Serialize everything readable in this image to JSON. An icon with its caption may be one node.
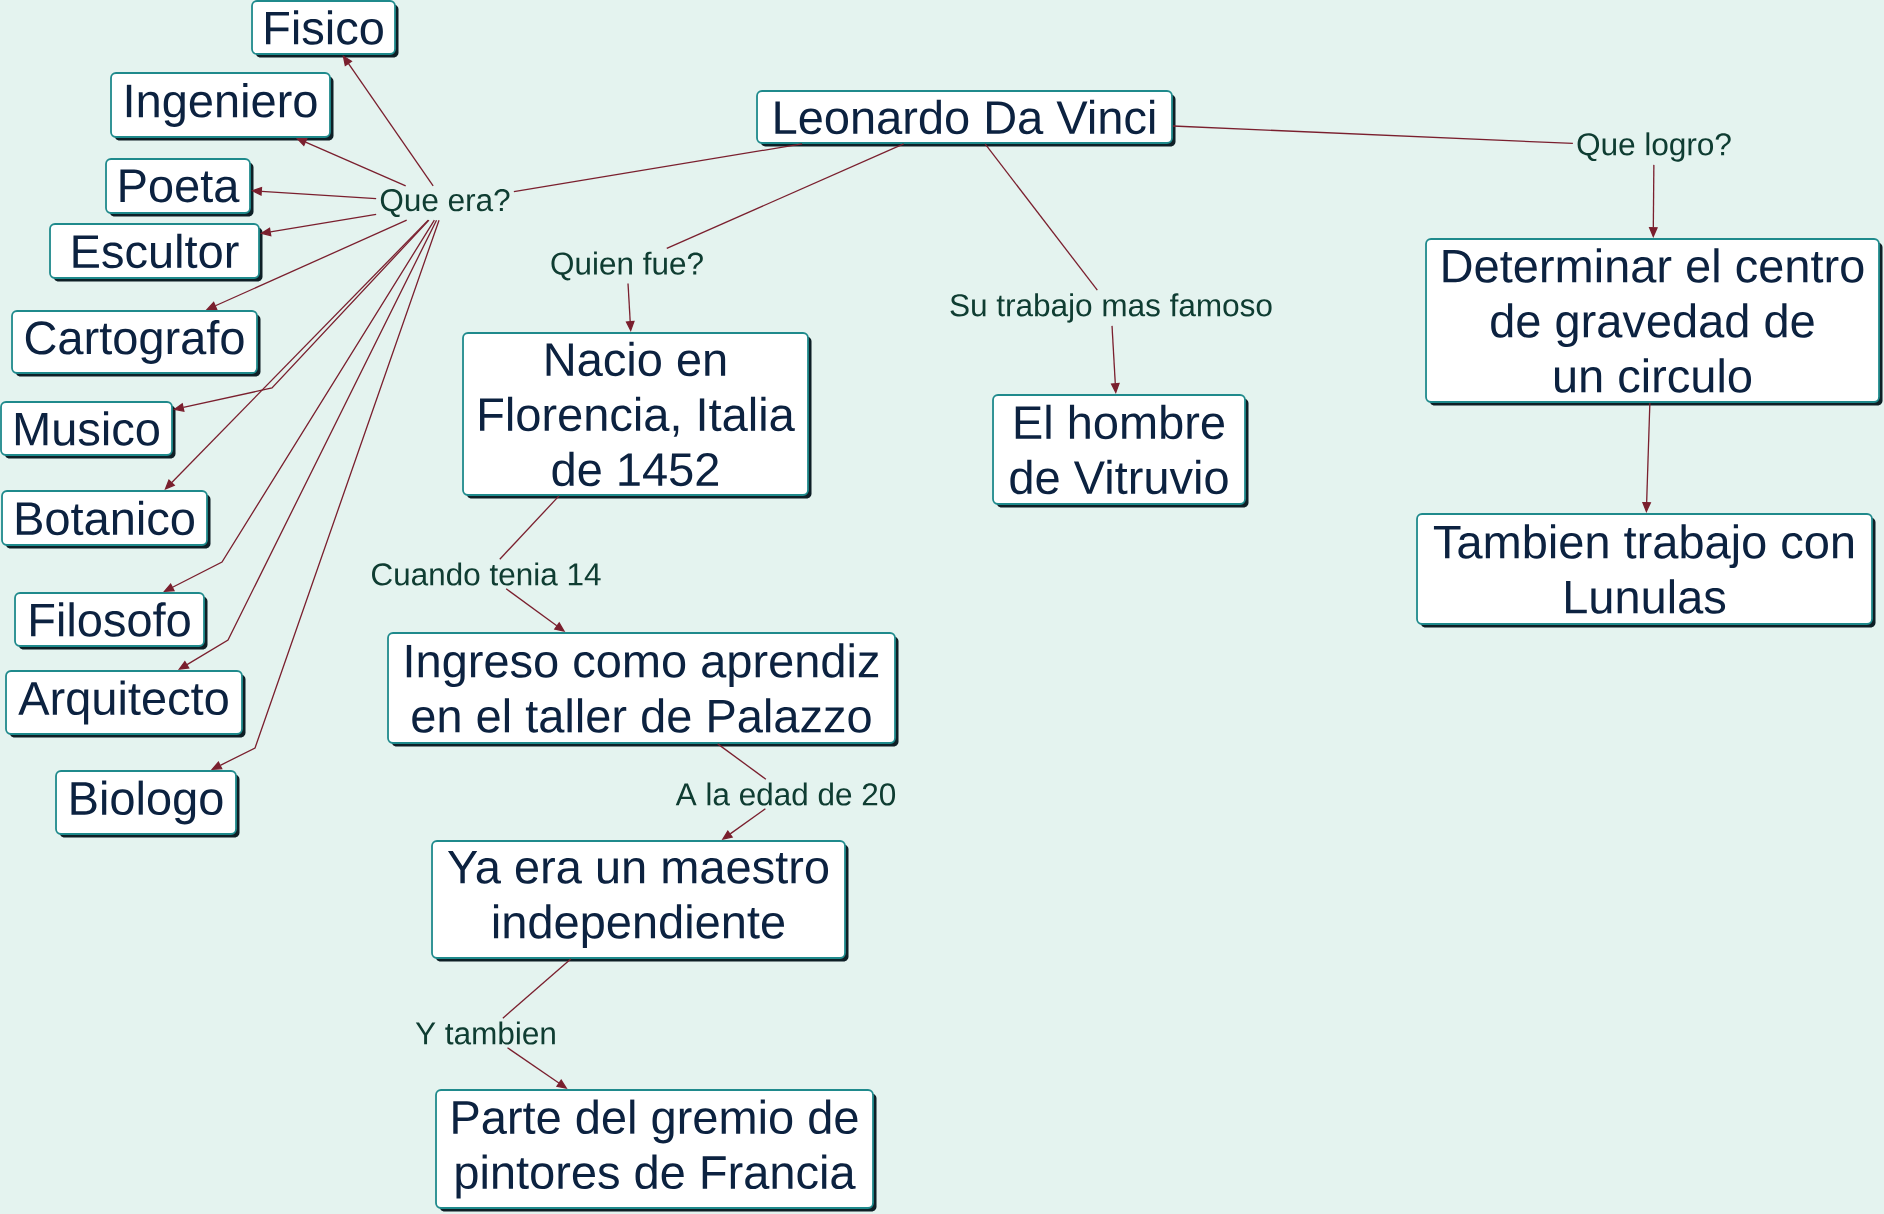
{
  "diagram": {
    "nodes": [
      {
        "text": [
          "Leonardo Da Vinci"
        ]
      },
      {
        "text": [
          "Que era?"
        ]
      },
      {
        "text": [
          "Fisico"
        ]
      },
      {
        "text": [
          "Ingeniero"
        ]
      },
      {
        "text": [
          "Poeta"
        ]
      },
      {
        "text": [
          "Escultor"
        ]
      },
      {
        "text": [
          "Cartografo"
        ]
      },
      {
        "text": [
          "Musico"
        ]
      },
      {
        "text": [
          "Botanico"
        ]
      },
      {
        "text": [
          "Filosofo"
        ]
      },
      {
        "text": [
          "Arquitecto"
        ]
      },
      {
        "text": [
          "Biologo"
        ]
      },
      {
        "text": [
          "Quien fue?"
        ]
      },
      {
        "text": [
          "Nacio en Florencia, Italia de 1452"
        ]
      },
      {
        "text": [
          "Cuando tenia 14"
        ]
      },
      {
        "text": [
          "Ingreso como aprendiz en el taller de Palazzo"
        ]
      },
      {
        "text": [
          "A la edad de 20"
        ]
      },
      {
        "text": [
          "Ya era un maestro independiente"
        ]
      },
      {
        "text": [
          "Y tambien"
        ]
      },
      {
        "text": [
          "Parte del gremio de pintores de Francia"
        ]
      },
      {
        "text": [
          "Su trabajo mas famoso"
        ]
      },
      {
        "text": [
          "El hombre de Vitruvio"
        ]
      },
      {
        "text": [
          "Que logro?"
        ]
      },
      {
        "text": [
          "Determinar el centro de gravedad de un circulo"
        ]
      },
      {
        "text": [
          "Tambien trabajo con Lunulas"
        ]
      }
    ],
    "edges": [
      {
        "from": 0,
        "to": 1,
        "arrow": "none"
      },
      {
        "from": 1,
        "to": 2,
        "arrow": "to"
      },
      {
        "from": 1,
        "to": 3,
        "arrow": "to"
      },
      {
        "from": 1,
        "to": 4,
        "arrow": "to"
      },
      {
        "from": 1,
        "to": 5,
        "arrow": "to"
      },
      {
        "from": 1,
        "to": 6,
        "arrow": "to"
      },
      {
        "from": 1,
        "to": 7,
        "arrow": "to"
      },
      {
        "from": 1,
        "to": 8,
        "arrow": "to"
      },
      {
        "from": 1,
        "to": 9,
        "arrow": "to"
      },
      {
        "from": 1,
        "to": 10,
        "arrow": "to"
      },
      {
        "from": 1,
        "to": 11,
        "arrow": "to"
      },
      {
        "from": 0,
        "to": 12,
        "arrow": "none"
      },
      {
        "from": 12,
        "to": 13,
        "arrow": "to"
      },
      {
        "from": 13,
        "to": 14,
        "arrow": "none"
      },
      {
        "from": 14,
        "to": 15,
        "arrow": "to"
      },
      {
        "from": 15,
        "to": 16,
        "arrow": "none"
      },
      {
        "from": 16,
        "to": 17,
        "arrow": "to"
      },
      {
        "from": 17,
        "to": 18,
        "arrow": "none"
      },
      {
        "from": 18,
        "to": 19,
        "arrow": "to"
      },
      {
        "from": 0,
        "to": 20,
        "arrow": "none"
      },
      {
        "from": 20,
        "to": 21,
        "arrow": "to"
      },
      {
        "from": 0,
        "to": 22,
        "arrow": "none"
      },
      {
        "from": 22,
        "to": 23,
        "arrow": "to"
      },
      {
        "from": 23,
        "to": 24,
        "arrow": "to"
      }
    ]
  }
}
